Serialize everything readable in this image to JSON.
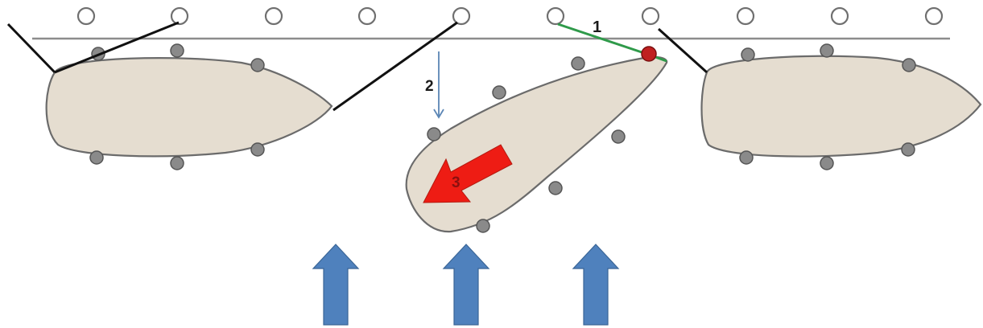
{
  "labels": {
    "one": "1",
    "two": "2",
    "three": "3"
  },
  "colors": {
    "hull_fill": "#e5ddd0",
    "hull_stroke": "#6b6b6b",
    "peg": "#8a8a8a",
    "open_peg_stroke": "#707070",
    "line_black": "#111111",
    "line_green": "#2f9a4a",
    "red_dot": "#c02020",
    "red_arrow": "#ee1c14",
    "blue_arrow": "#4f81bd",
    "guide_line": "#8c8c8c",
    "down_arrow": "#5b86b5"
  },
  "icons": {
    "top_markers": "open-circle",
    "hull_pegs": "filled-circle",
    "flow_arrows": "up-arrow"
  }
}
